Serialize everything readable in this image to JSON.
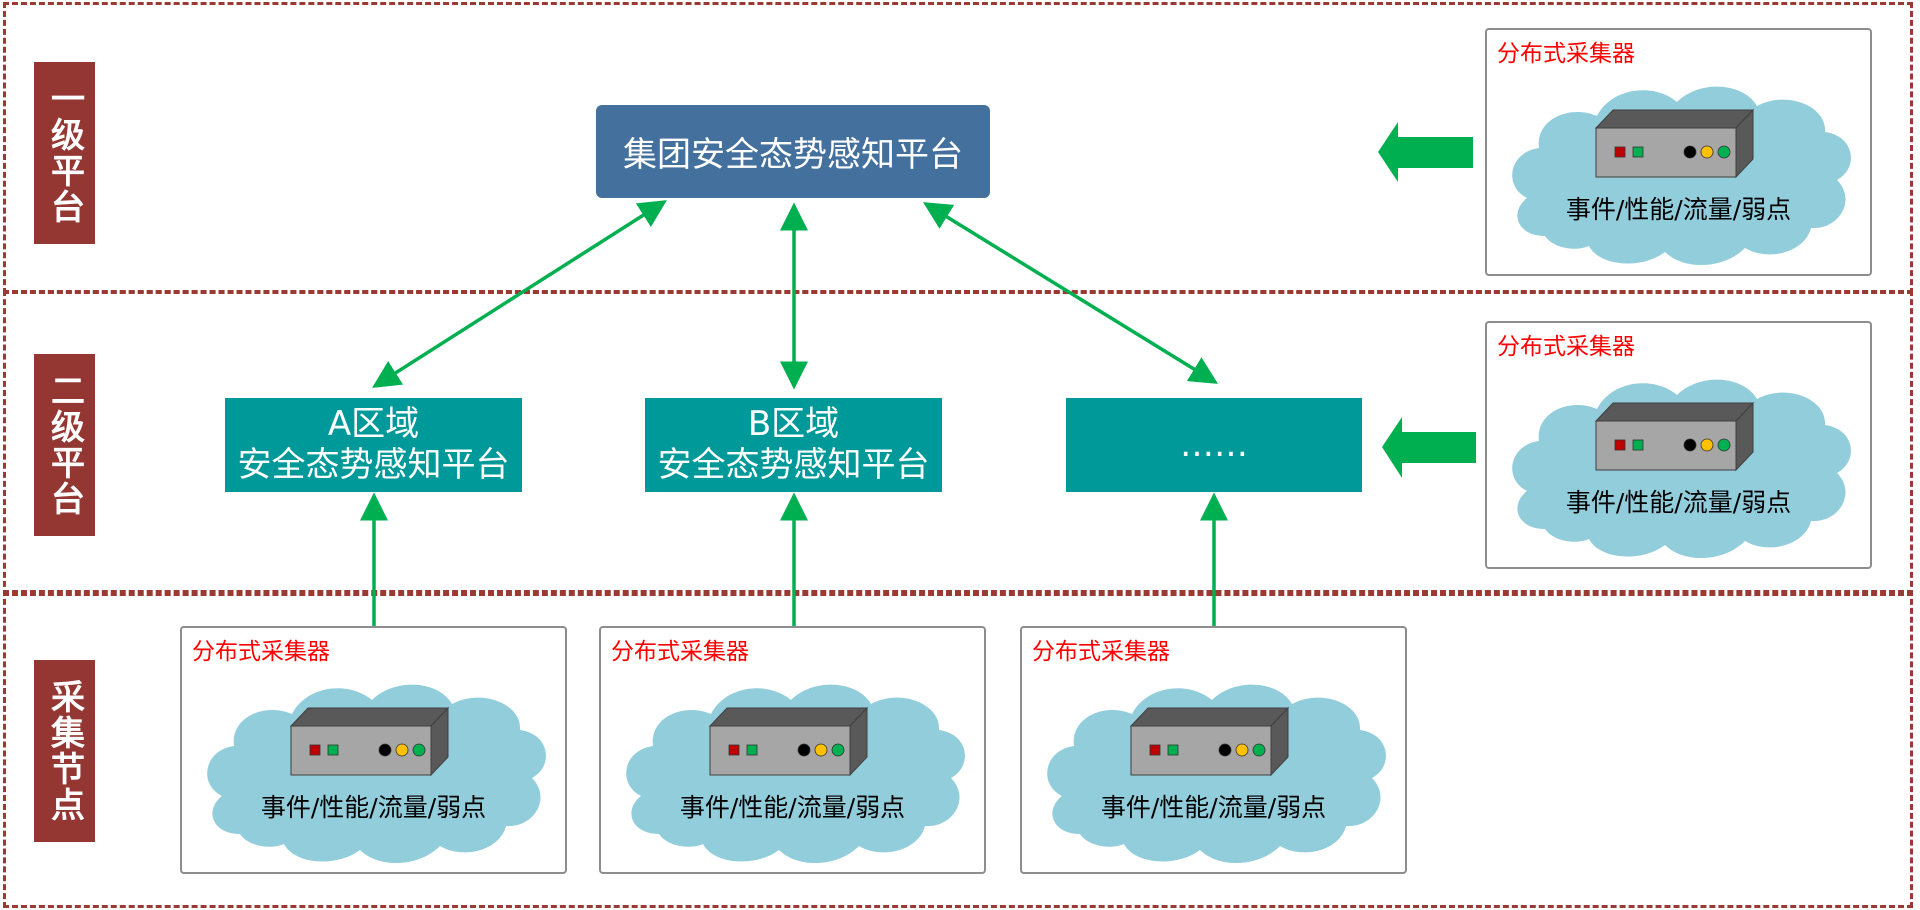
{
  "tiers": [
    {
      "label": "一级平台"
    },
    {
      "label": "二级平台"
    },
    {
      "label": "采集节点"
    }
  ],
  "top_platform": {
    "label": "集团安全态势感知平台"
  },
  "regional_platforms": [
    {
      "line1": "A区域",
      "line2": "安全态势感知平台"
    },
    {
      "line1": "B区域",
      "line2": "安全态势感知平台"
    },
    {
      "line1": "……",
      "line2": ""
    }
  ],
  "collectors": [
    {
      "title": "分布式采集器",
      "caption": "事件/性能/流量/弱点"
    },
    {
      "title": "分布式采集器",
      "caption": "事件/性能/流量/弱点"
    },
    {
      "title": "分布式采集器",
      "caption": "事件/性能/流量/弱点"
    },
    {
      "title": "分布式采集器",
      "caption": "事件/性能/流量/弱点"
    },
    {
      "title": "分布式采集器",
      "caption": "事件/性能/流量/弱点"
    }
  ],
  "colors": {
    "tier_border": "#9b3a32",
    "tier_label_bg": "#943631",
    "top_box": "#44709d",
    "regional_box": "#009999",
    "arrow": "#00b050",
    "cloud": "#92cddc",
    "collector_title": "#ff0000",
    "led_red": "#c00000",
    "led_green": "#00b050",
    "led_black": "#000000",
    "led_yellow": "#ffc000"
  }
}
